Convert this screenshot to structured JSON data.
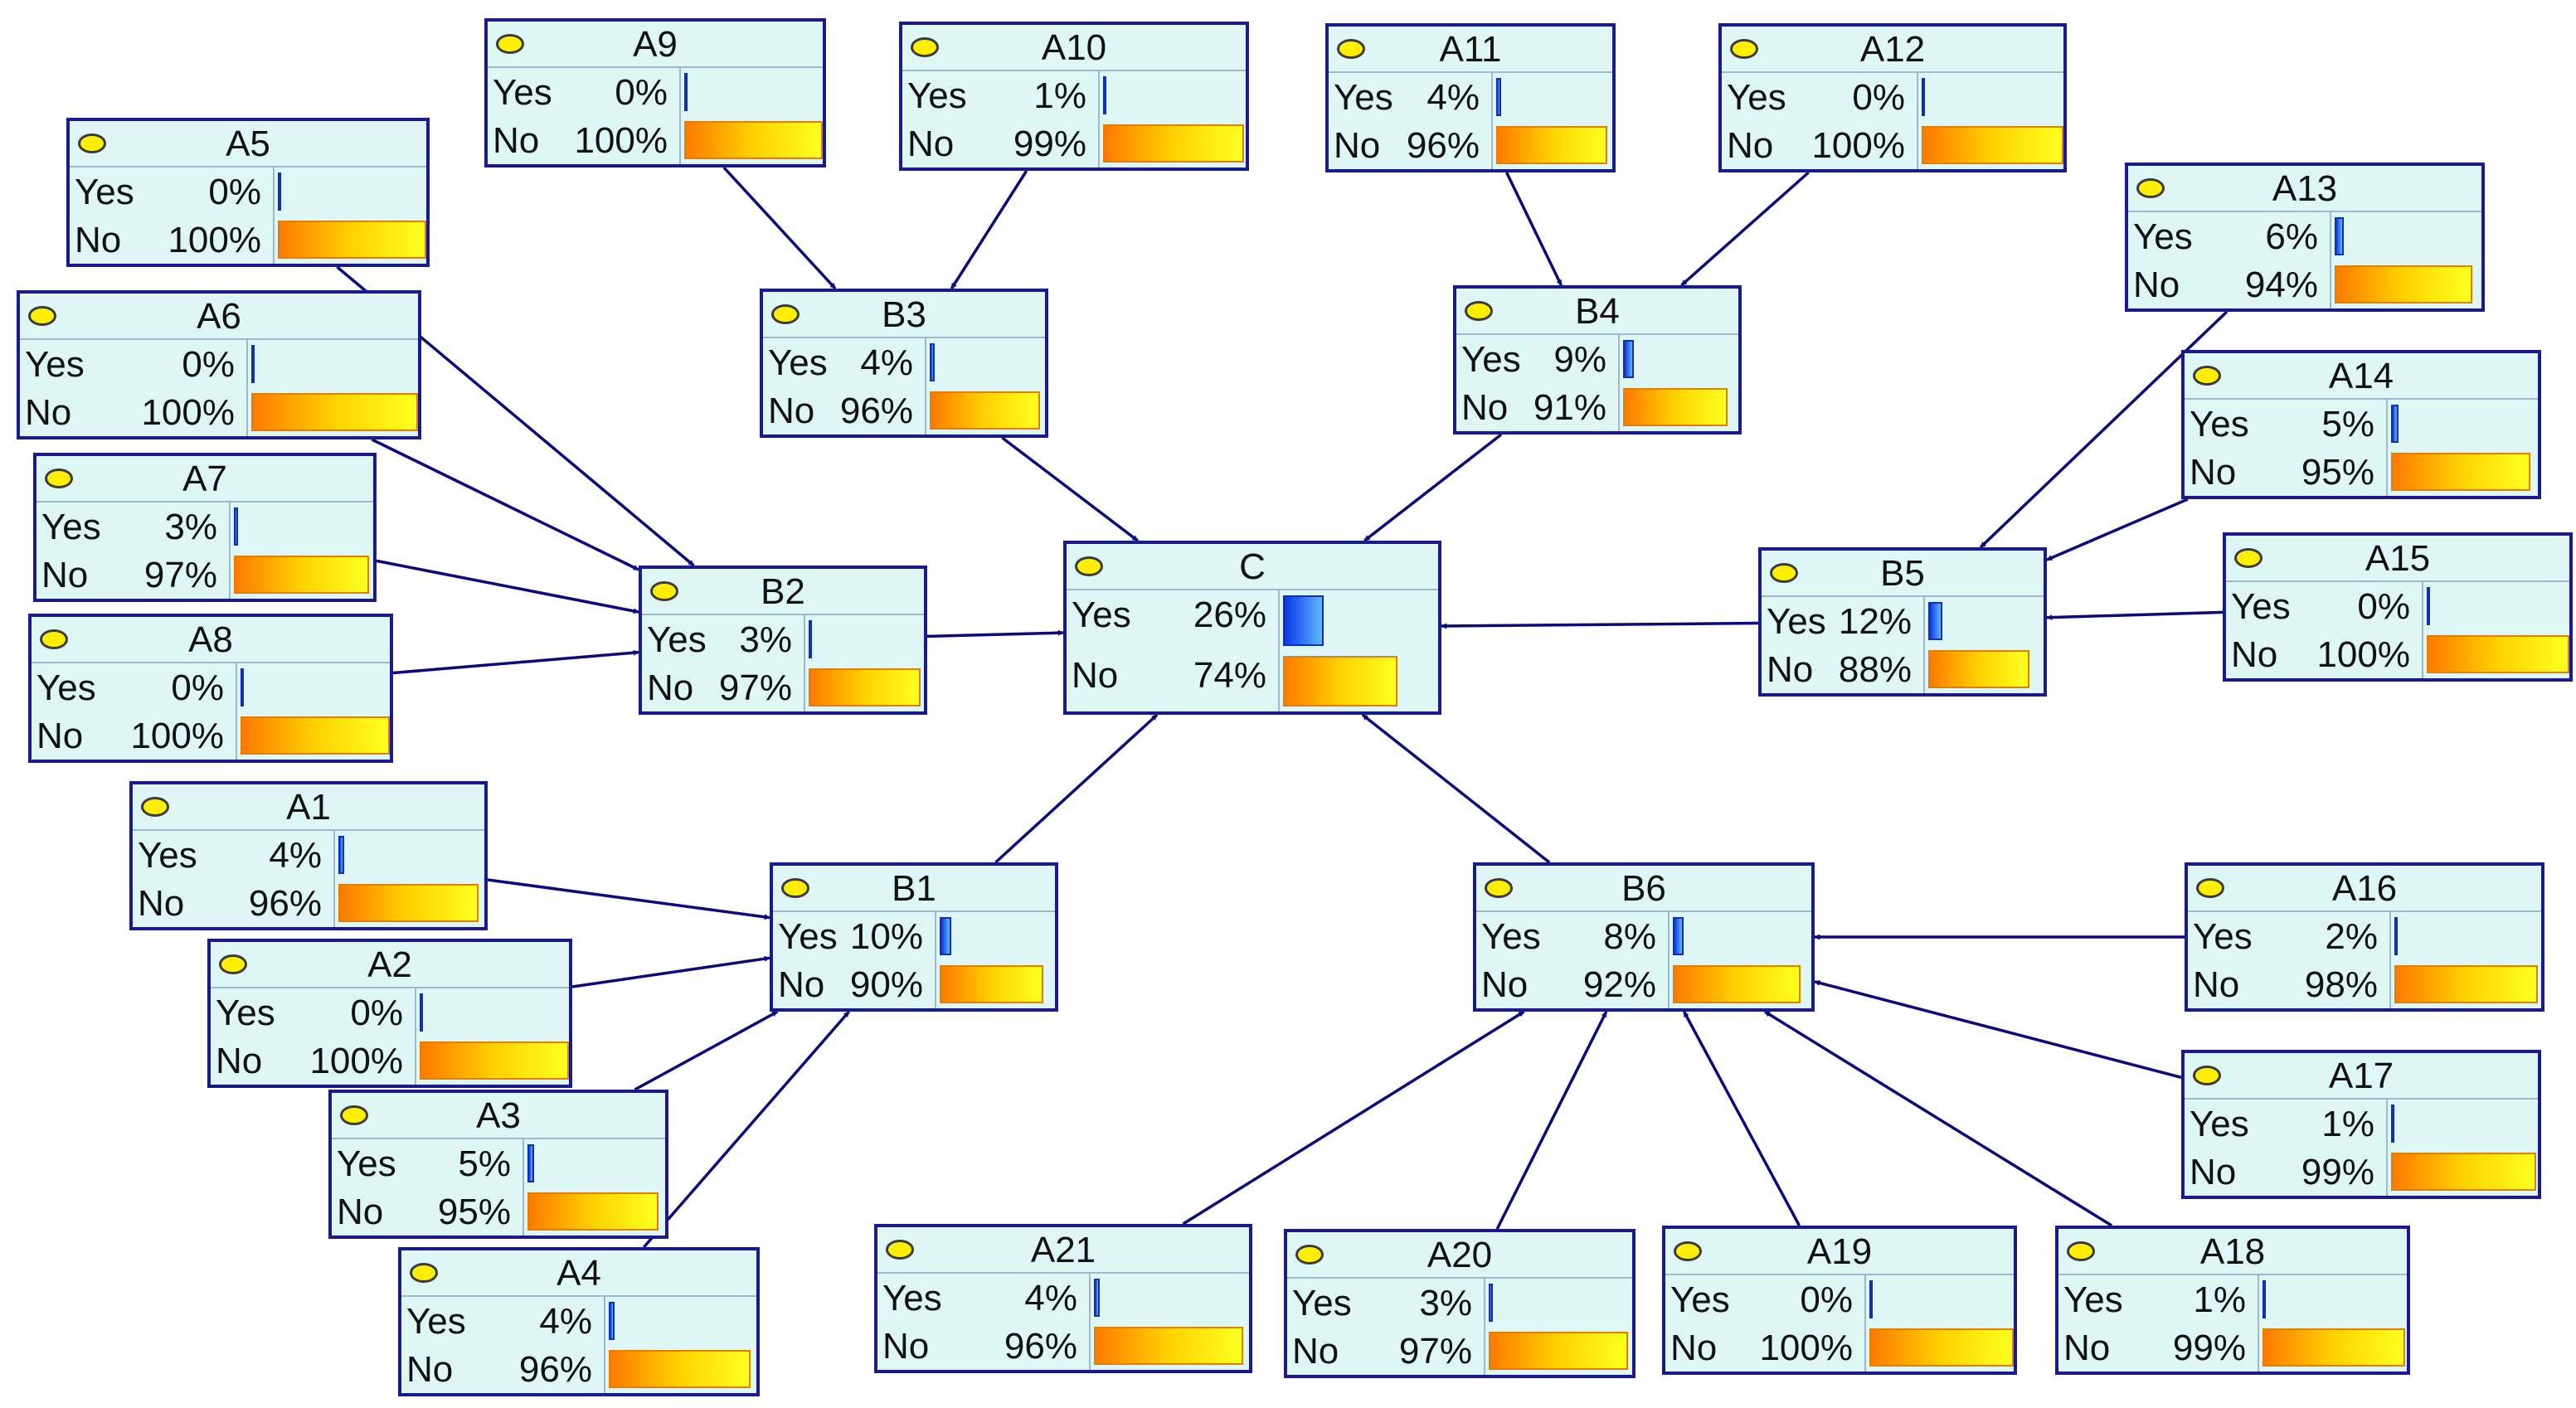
{
  "nodes": [
    {
      "id": "A9",
      "title": "A9",
      "yes_label": "Yes",
      "no_label": "No",
      "yes_text": "0%",
      "no_text": "100%",
      "yes": 0,
      "no": 100
    },
    {
      "id": "A10",
      "title": "A10",
      "yes_label": "Yes",
      "no_label": "No",
      "yes_text": "1%",
      "no_text": "99%",
      "yes": 1,
      "no": 99
    },
    {
      "id": "A11",
      "title": "A11",
      "yes_label": "Yes",
      "no_label": "No",
      "yes_text": "4%",
      "no_text": "96%",
      "yes": 4,
      "no": 96
    },
    {
      "id": "A12",
      "title": "A12",
      "yes_label": "Yes",
      "no_label": "No",
      "yes_text": "0%",
      "no_text": "100%",
      "yes": 0,
      "no": 100
    },
    {
      "id": "A5",
      "title": "A5",
      "yes_label": "Yes",
      "no_label": "No",
      "yes_text": "0%",
      "no_text": "100%",
      "yes": 0,
      "no": 100
    },
    {
      "id": "A13",
      "title": "A13",
      "yes_label": "Yes",
      "no_label": "No",
      "yes_text": "6%",
      "no_text": "94%",
      "yes": 6,
      "no": 94
    },
    {
      "id": "A6",
      "title": "A6",
      "yes_label": "Yes",
      "no_label": "No",
      "yes_text": "0%",
      "no_text": "100%",
      "yes": 0,
      "no": 100
    },
    {
      "id": "B3",
      "title": "B3",
      "yes_label": "Yes",
      "no_label": "No",
      "yes_text": "4%",
      "no_text": "96%",
      "yes": 4,
      "no": 96
    },
    {
      "id": "B4",
      "title": "B4",
      "yes_label": "Yes",
      "no_label": "No",
      "yes_text": "9%",
      "no_text": "91%",
      "yes": 9,
      "no": 91
    },
    {
      "id": "A14",
      "title": "A14",
      "yes_label": "Yes",
      "no_label": "No",
      "yes_text": "5%",
      "no_text": "95%",
      "yes": 5,
      "no": 95
    },
    {
      "id": "A7",
      "title": "A7",
      "yes_label": "Yes",
      "no_label": "No",
      "yes_text": "3%",
      "no_text": "97%",
      "yes": 3,
      "no": 97
    },
    {
      "id": "C",
      "title": "C",
      "yes_label": "Yes",
      "no_label": "No",
      "yes_text": "26%",
      "no_text": "74%",
      "yes": 26,
      "no": 74
    },
    {
      "id": "A15",
      "title": "A15",
      "yes_label": "Yes",
      "no_label": "No",
      "yes_text": "0%",
      "no_text": "100%",
      "yes": 0,
      "no": 100
    },
    {
      "id": "B2",
      "title": "B2",
      "yes_label": "Yes",
      "no_label": "No",
      "yes_text": "3%",
      "no_text": "97%",
      "yes": 3,
      "no": 97
    },
    {
      "id": "B5",
      "title": "B5",
      "yes_label": "Yes",
      "no_label": "No",
      "yes_text": "12%",
      "no_text": "88%",
      "yes": 12,
      "no": 88
    },
    {
      "id": "A8",
      "title": "A8",
      "yes_label": "Yes",
      "no_label": "No",
      "yes_text": "0%",
      "no_text": "100%",
      "yes": 0,
      "no": 100
    },
    {
      "id": "A1",
      "title": "A1",
      "yes_label": "Yes",
      "no_label": "No",
      "yes_text": "4%",
      "no_text": "96%",
      "yes": 4,
      "no": 96
    },
    {
      "id": "B1",
      "title": "B1",
      "yes_label": "Yes",
      "no_label": "No",
      "yes_text": "10%",
      "no_text": "90%",
      "yes": 10,
      "no": 90
    },
    {
      "id": "B6",
      "title": "B6",
      "yes_label": "Yes",
      "no_label": "No",
      "yes_text": "8%",
      "no_text": "92%",
      "yes": 8,
      "no": 92
    },
    {
      "id": "A16",
      "title": "A16",
      "yes_label": "Yes",
      "no_label": "No",
      "yes_text": "2%",
      "no_text": "98%",
      "yes": 2,
      "no": 98
    },
    {
      "id": "A2",
      "title": "A2",
      "yes_label": "Yes",
      "no_label": "No",
      "yes_text": "0%",
      "no_text": "100%",
      "yes": 0,
      "no": 100
    },
    {
      "id": "A17",
      "title": "A17",
      "yes_label": "Yes",
      "no_label": "No",
      "yes_text": "1%",
      "no_text": "99%",
      "yes": 1,
      "no": 99
    },
    {
      "id": "A3",
      "title": "A3",
      "yes_label": "Yes",
      "no_label": "No",
      "yes_text": "5%",
      "no_text": "95%",
      "yes": 5,
      "no": 95
    },
    {
      "id": "A21",
      "title": "A21",
      "yes_label": "Yes",
      "no_label": "No",
      "yes_text": "4%",
      "no_text": "96%",
      "yes": 4,
      "no": 96
    },
    {
      "id": "A20",
      "title": "A20",
      "yes_label": "Yes",
      "no_label": "No",
      "yes_text": "3%",
      "no_text": "97%",
      "yes": 3,
      "no": 97
    },
    {
      "id": "A19",
      "title": "A19",
      "yes_label": "Yes",
      "no_label": "No",
      "yes_text": "0%",
      "no_text": "100%",
      "yes": 0,
      "no": 100
    },
    {
      "id": "A18",
      "title": "A18",
      "yes_label": "Yes",
      "no_label": "No",
      "yes_text": "1%",
      "no_text": "99%",
      "yes": 1,
      "no": 99
    },
    {
      "id": "A4",
      "title": "A4",
      "yes_label": "Yes",
      "no_label": "No",
      "yes_text": "4%",
      "no_text": "96%",
      "yes": 4,
      "no": 96
    }
  ],
  "edges": [
    [
      "A9",
      "B3"
    ],
    [
      "A10",
      "B3"
    ],
    [
      "A11",
      "B4"
    ],
    [
      "A12",
      "B4"
    ],
    [
      "A5",
      "B2"
    ],
    [
      "A6",
      "B2"
    ],
    [
      "A7",
      "B2"
    ],
    [
      "A8",
      "B2"
    ],
    [
      "A13",
      "B5"
    ],
    [
      "A14",
      "B5"
    ],
    [
      "A15",
      "B5"
    ],
    [
      "A1",
      "B1"
    ],
    [
      "A2",
      "B1"
    ],
    [
      "A3",
      "B1"
    ],
    [
      "A4",
      "B1"
    ],
    [
      "A16",
      "B6"
    ],
    [
      "A17",
      "B6"
    ],
    [
      "A18",
      "B6"
    ],
    [
      "A19",
      "B6"
    ],
    [
      "A20",
      "B6"
    ],
    [
      "A21",
      "B6"
    ],
    [
      "B1",
      "C"
    ],
    [
      "B2",
      "C"
    ],
    [
      "B3",
      "C"
    ],
    [
      "B4",
      "C"
    ],
    [
      "B5",
      "C"
    ],
    [
      "B6",
      "C"
    ]
  ],
  "colors": {
    "node_border": "#1a1a8c",
    "node_fill": "#dff6f7",
    "edge": "#0a0a7a",
    "indicator": "#ffee00"
  }
}
